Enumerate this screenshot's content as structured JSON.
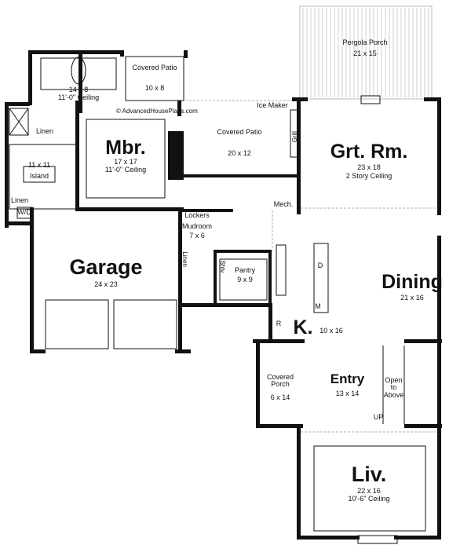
{
  "watermark": "© AdvancedHousePlans.com",
  "rooms": {
    "pergola": {
      "name": "Pergola Porch",
      "dim": "21 x 15"
    },
    "covered_patio_top": {
      "name": "Covered Patio",
      "dim": "10 x 8"
    },
    "bath": {
      "dim": "14 x 8",
      "ceiling": "11'-0\" Ceiling"
    },
    "ice_maker": "Ice Maker",
    "covered_patio_mid": {
      "name": "Covered Patio",
      "dim": "20 x 12"
    },
    "grill": "Grill",
    "mbr": {
      "name": "Mbr.",
      "dim": "17 x 17",
      "ceiling": "11'-0\" Ceiling"
    },
    "grt": {
      "name": "Grt. Rm.",
      "dim": "23 x 18",
      "ceiling": "2 Story Ceiling"
    },
    "linen1": "Linen",
    "closet": {
      "dim": "11 x 11",
      "island": "Island"
    },
    "linen2": "Linen",
    "wd": "W/D",
    "mech": "Mech.",
    "lockers": "Lockers",
    "mudroom": {
      "name": "Mudroom",
      "dim": "7 x 6"
    },
    "garage": {
      "name": "Garage",
      "dim": "24 x 23"
    },
    "linen3": "Linen",
    "shlv": "Shlv.",
    "pantry": {
      "name": "Pantry",
      "dim": "9 x 9"
    },
    "dining": {
      "name": "Dining",
      "dim": "21 x 16"
    },
    "kitchen": {
      "name": "K.",
      "dim": "10 x 16"
    },
    "r": "R",
    "d": "D",
    "m": "M",
    "covered_porch": {
      "name": "Covered Porch",
      "dim": "6 x 14"
    },
    "entry": {
      "name": "Entry",
      "dim": "13 x 14"
    },
    "open_above": "Open to Above",
    "up": "UP",
    "liv": {
      "name": "Liv.",
      "dim": "22 x 16",
      "ceiling": "10'-6\" Ceiling"
    }
  }
}
